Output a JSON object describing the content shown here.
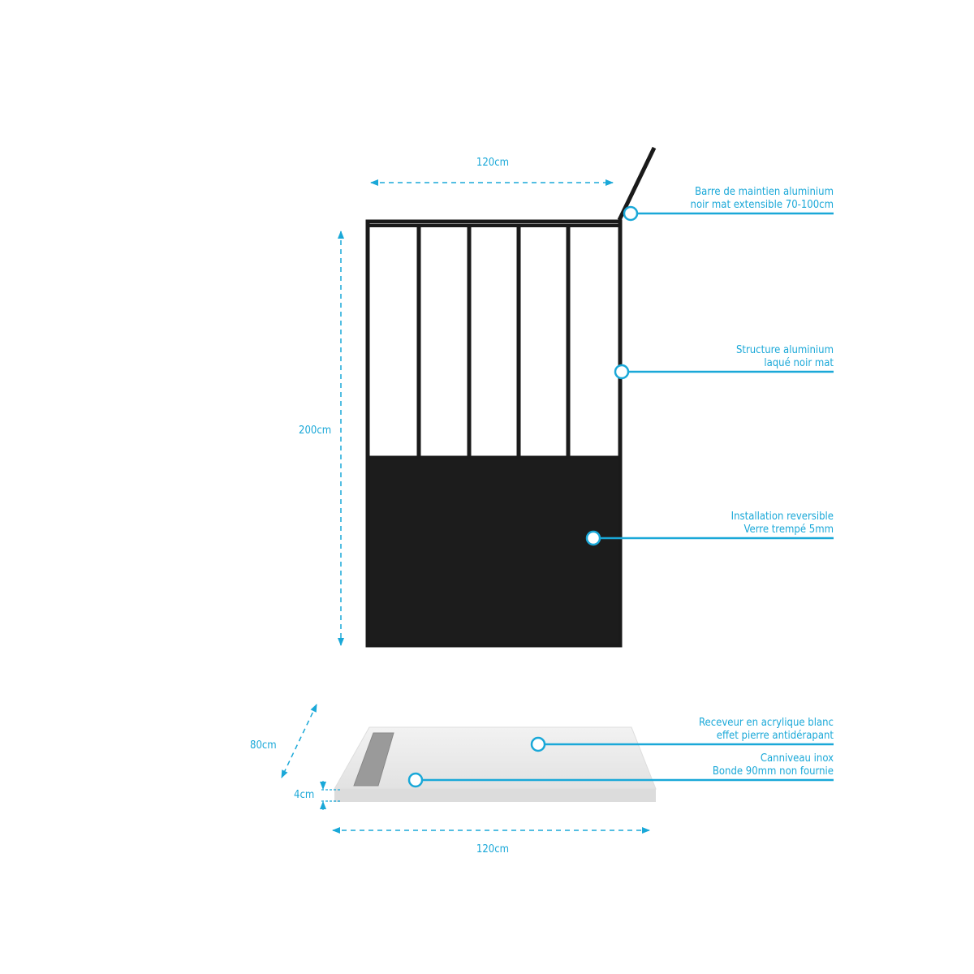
{
  "colors": {
    "accent": "#1aa8d8",
    "frame": "#1a1a1a",
    "glass": "#ffffff",
    "tray": "#e9e9e9"
  },
  "dimensions": {
    "door_width": "120cm",
    "door_height": "200cm",
    "tray_depth": "80cm",
    "tray_thickness": "4cm",
    "tray_width": "120cm"
  },
  "callouts": [
    {
      "line1": "Barre de maintien aluminium",
      "line2": "noir mat extensible 70-100cm"
    },
    {
      "line1": "Structure aluminium",
      "line2": "laqué noir mat"
    },
    {
      "line1": "Installation reversible",
      "line2": "Verre trempé 5mm"
    },
    {
      "line1": "Receveur en acrylique blanc",
      "line2": "effet pierre antidérapant"
    },
    {
      "line1": "Canniveau inox",
      "line2": "Bonde 90mm non fournie"
    }
  ]
}
